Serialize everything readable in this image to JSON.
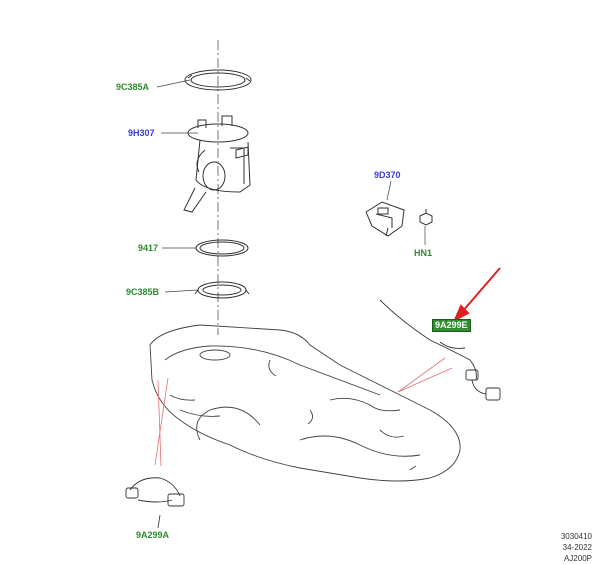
{
  "parts": {
    "seal_top": "9C385A",
    "pump": "9H307",
    "ring": "9417",
    "seal_bottom": "9C385B",
    "module": "9D370",
    "nut": "HN1",
    "harness_right": "9A299E",
    "harness_left": "9A299A"
  },
  "reference": {
    "line1": "3030410",
    "line2": "34-2022",
    "line3": "AJ200P"
  },
  "colors": {
    "label_green": "#2e8b2e",
    "label_blue": "#3a3ad6",
    "highlight": "#2f8f2f",
    "arrow": "#e02020",
    "leader": "#e07070"
  }
}
